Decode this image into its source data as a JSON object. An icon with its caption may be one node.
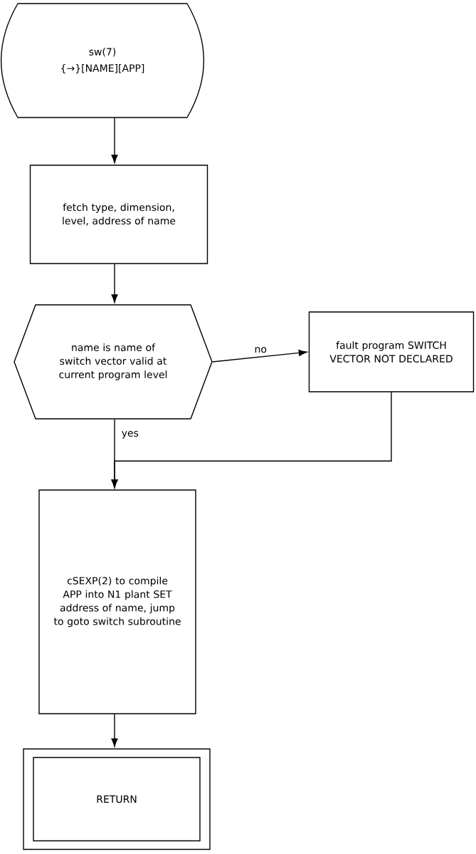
{
  "diagram": {
    "nodes": [
      {
        "text": [
          "sw(7)",
          "{→}[NAME][APP]"
        ]
      },
      {
        "text": [
          "fetch type, dimension, level, address of name"
        ]
      },
      {
        "text": [
          "name is name of switch vector valid at current program level"
        ]
      },
      {
        "text": [
          "fault program SWITCH VECTOR NOT DECLARED"
        ]
      },
      {
        "text": [
          "cSEXP(2) to compile APP into N1 plant SET address of name, jump to goto switch subroutine"
        ]
      },
      {
        "text": [
          "RETURN"
        ]
      }
    ],
    "edges": [
      {
        "from": 0,
        "to": 1,
        "arrow": "to"
      },
      {
        "from": 1,
        "to": 2,
        "arrow": "to"
      },
      {
        "from": 2,
        "to": 3,
        "arrow": "to",
        "label": "no"
      },
      {
        "from": 2,
        "to": 4,
        "arrow": "to",
        "label": "yes"
      },
      {
        "from": 3,
        "to": 4,
        "arrow": "to"
      },
      {
        "from": 4,
        "to": 5,
        "arrow": "to"
      }
    ]
  }
}
